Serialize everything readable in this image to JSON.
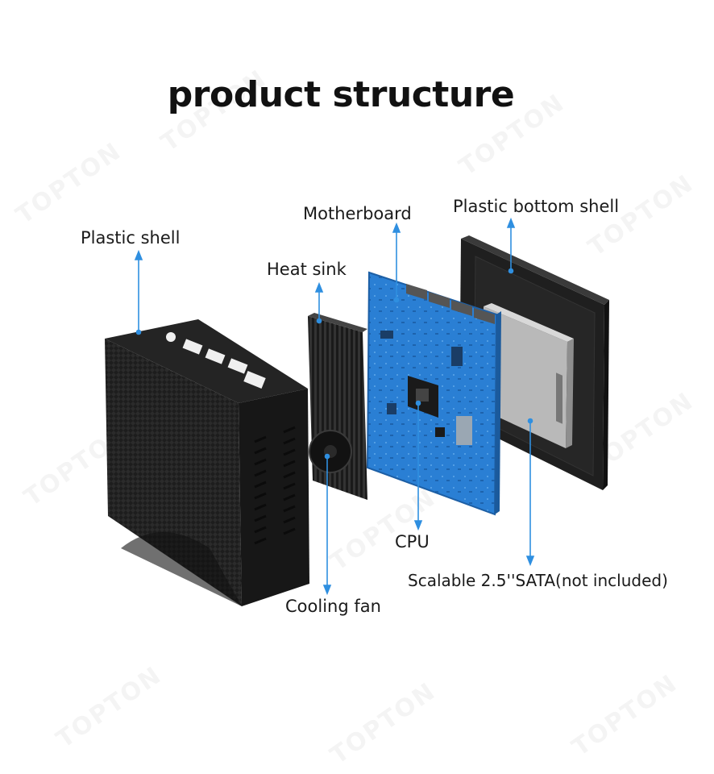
{
  "title": "product structure",
  "watermark_text": "TOPTON",
  "labels": {
    "plastic_shell": "Plastic shell",
    "heat_sink": "Heat sink",
    "motherboard": "Motherboard",
    "plastic_bottom_shell": "Plastic bottom shell",
    "cpu": "CPU",
    "cooling_fan": "Cooling fan",
    "sata": "Scalable 2.5''SATA(not included)"
  },
  "colors": {
    "pointer": "#2f8fe0",
    "board": "#2a7fd4",
    "case": "#1c1c1c"
  }
}
